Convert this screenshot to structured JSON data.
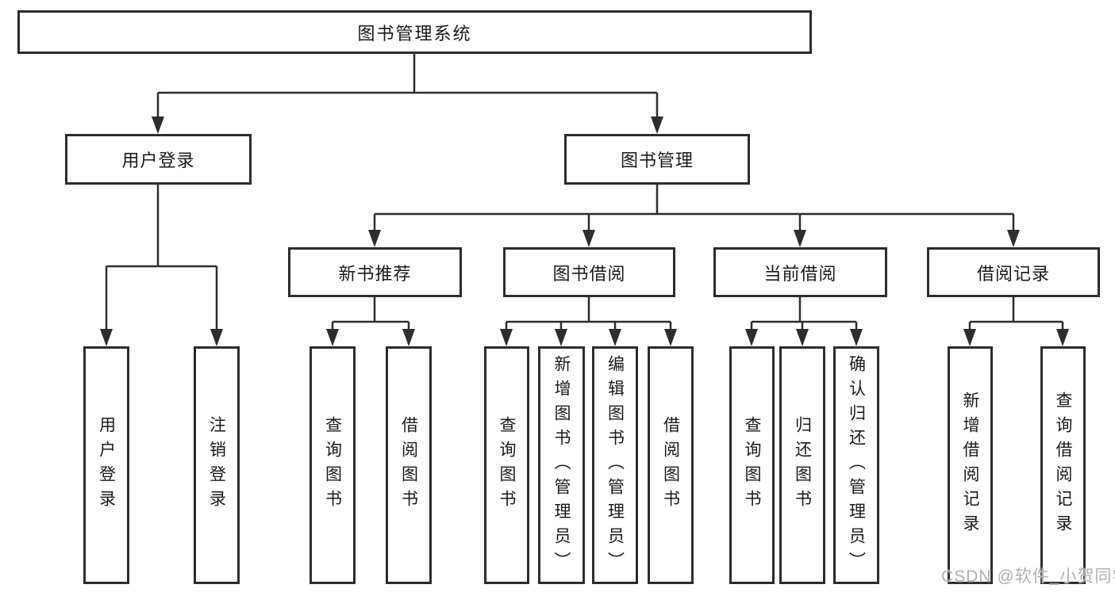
{
  "title": "图书管理系统",
  "watermark": "CSDN @软件_小贺同学",
  "tree": {
    "user_login": {
      "label": "用户登录",
      "children": [
        "用户登录",
        "注销登录"
      ]
    },
    "book_mgmt": {
      "label": "图书管理",
      "sections": [
        {
          "label": "新书推荐",
          "children": [
            "查询图书",
            "借阅图书"
          ]
        },
        {
          "label": "图书借阅",
          "children": [
            "查询图书",
            "新增图书（管理员）",
            "编辑图书（管理员）",
            "借阅图书"
          ]
        },
        {
          "label": "当前借阅",
          "children": [
            "查询图书",
            "归还图书",
            "确认归还（管理员）"
          ]
        },
        {
          "label": "借阅记录",
          "children": [
            "新增借阅记录",
            "查询借阅记录"
          ]
        }
      ]
    }
  },
  "colors": {
    "line": "#2d2d2d",
    "text": "#1a1a1a",
    "watermark": "#b1b1b1",
    "background": "#ffffff"
  }
}
